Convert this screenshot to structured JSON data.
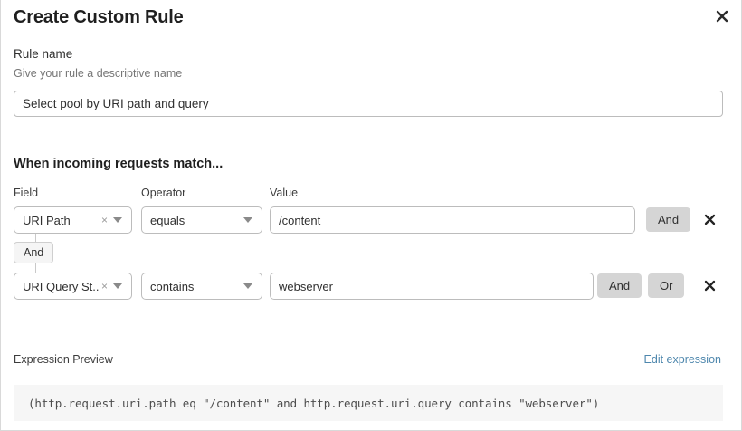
{
  "dialog": {
    "title": "Create Custom Rule",
    "close_icon": "close-icon"
  },
  "rule_name": {
    "label": "Rule name",
    "hint": "Give your rule a descriptive name",
    "value": "Select pool by URI path and query",
    "placeholder": "Select pool by URI path and query"
  },
  "conditions": {
    "heading": "When incoming requests match...",
    "columns": {
      "field": "Field",
      "operator": "Operator",
      "value": "Value"
    },
    "connector_badge": "And",
    "rows": [
      {
        "field": "URI Path",
        "clear_icon": "×",
        "operator": "equals",
        "value": "/content",
        "buttons": [
          "And"
        ],
        "remove_icon": "close-icon"
      },
      {
        "field": "URI Query St...",
        "clear_icon": "×",
        "operator": "contains",
        "value": "webserver",
        "buttons": [
          "And",
          "Or"
        ],
        "remove_icon": "close-icon"
      }
    ]
  },
  "expression": {
    "label": "Expression Preview",
    "edit_link": "Edit expression",
    "text": "(http.request.uri.path eq \"/content\" and http.request.uri.query contains \"webserver\")"
  },
  "colors": {
    "accent_link": "#4e87ad",
    "pill_bg": "#d5d5d5",
    "preview_bg": "#f6f6f6",
    "border": "#bcbcbc"
  }
}
